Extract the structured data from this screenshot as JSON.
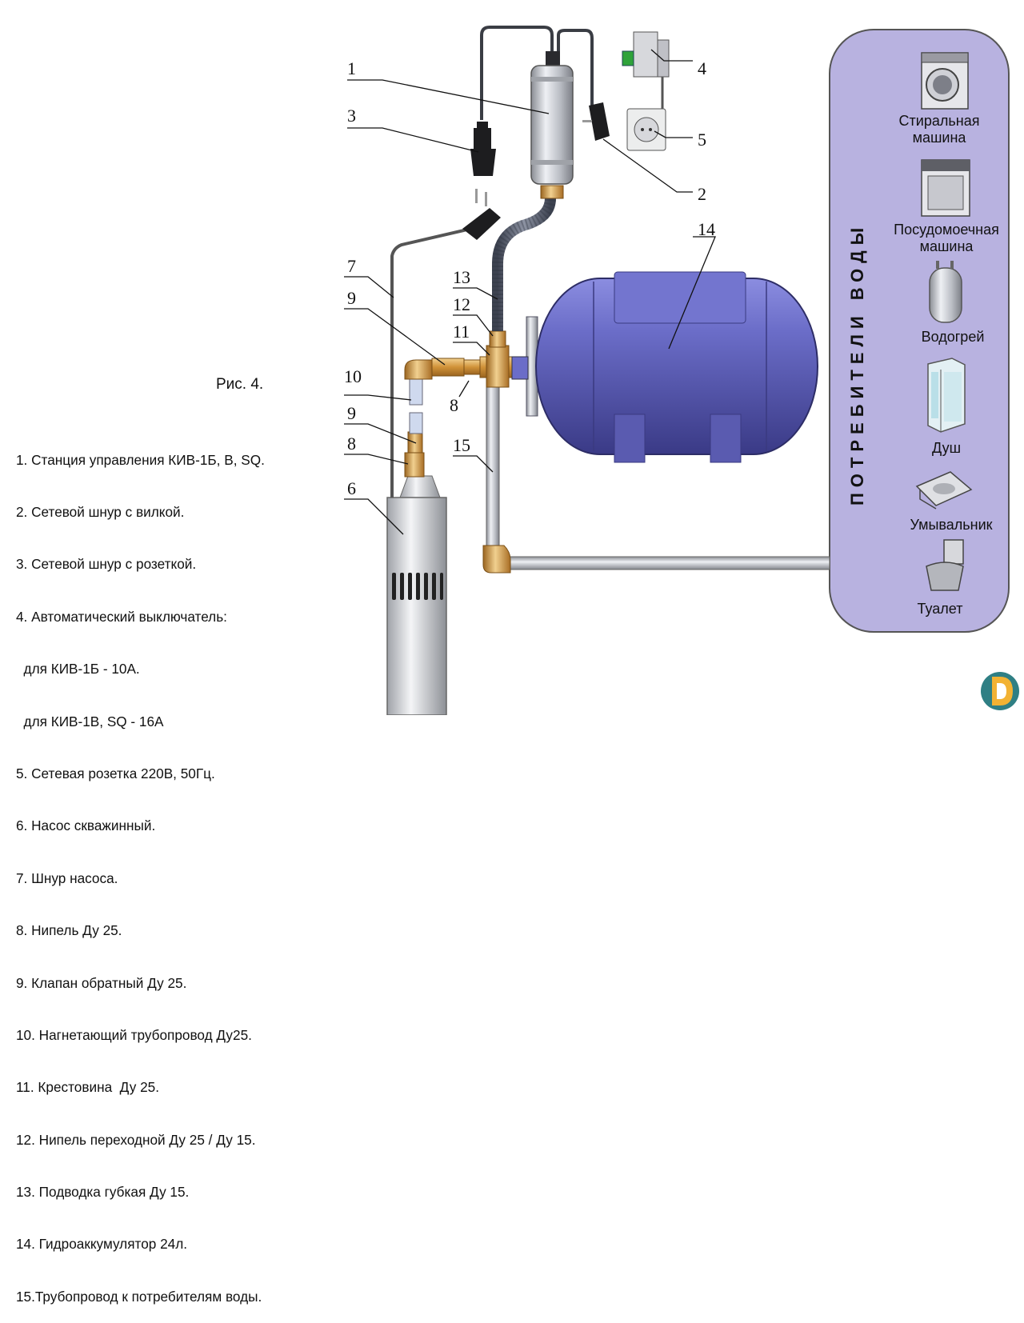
{
  "figure_title": "Рис. 4.",
  "legend": [
    "1. Станция управления КИВ-1Б, В, SQ.",
    "2. Сетевой шнур с вилкой.",
    "3. Сетевой шнур с розеткой.",
    "4. Автоматический выключатель:",
    "  для КИВ-1Б - 10А.",
    "  для КИВ-1В, SQ - 16А",
    "5. Сетевая розетка 220В, 50Гц.",
    "6. Насос скважинный.",
    "7. Шнур насоса.",
    "8. Нипель Ду 25.",
    "9. Клапан обратный Ду 25.",
    "10. Нагнетающий трубопровод Ду25.",
    "11. Крестовина  Ду 25.",
    "12. Нипель переходной Ду 25 / Ду 15.",
    "13. Подводка губкая Ду 15.",
    "14. Гидроаккумулятор 24л.",
    "15.Трубопровод к потребителям воды."
  ],
  "callouts": {
    "n1": "1",
    "n2": "2",
    "n3": "3",
    "n4": "4",
    "n5": "5",
    "n6": "6",
    "n7": "7",
    "n8a": "8",
    "n8b": "8",
    "n9a": "9",
    "n9b": "9",
    "n10": "10",
    "n11": "11",
    "n12": "12",
    "n13": "13",
    "n14": "14",
    "n15": "15"
  },
  "consumers": {
    "panel_title": "ПОТРЕБИТЕЛИ ВОДЫ",
    "washing_l1": "Стиральная",
    "washing_l2": "машина",
    "dish_l1": "Посудомоечная",
    "dish_l2": "машина",
    "heater": "Водогрей",
    "shower": "Душ",
    "sink": "Умывальник",
    "toilet": "Туалет"
  },
  "colors": {
    "panel_fill": "#b8b2e0",
    "tank": "#5a5bb0",
    "brass": "#d9a24a",
    "pipe": "#c9ccd3"
  }
}
